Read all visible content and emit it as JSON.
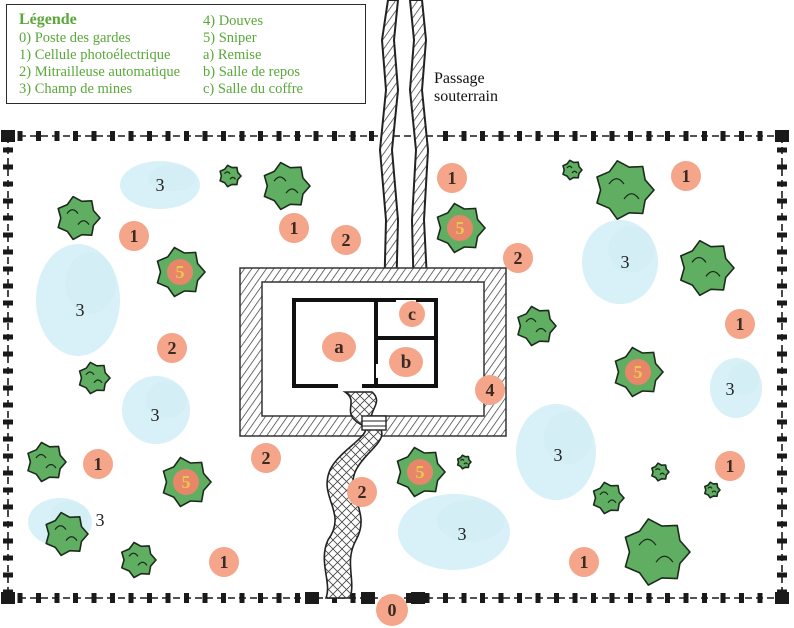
{
  "legend": {
    "title": "Légende",
    "items": [
      "0) Poste des gardes",
      "1) Cellule photoélectrique",
      "2) Mitrailleuse automatique",
      "3) Champ de mines",
      "4) Douves",
      "5) Sniper",
      "a) Remise",
      "b) Salle de repos",
      "c) Salle du coffre"
    ]
  },
  "passage_label": [
    "Passage",
    "souterrain"
  ],
  "markers": {
    "guard_post": "0",
    "photocell": "1",
    "machine_gun": "2",
    "moat": "4",
    "sniper": "5",
    "vault": "c"
  },
  "minefield_label": "3",
  "rooms": {
    "remise": "a",
    "repos": "b"
  },
  "colors": {
    "marker_fill": "#f4a58a",
    "marker_text": "#3a2a22",
    "tree": "#5fae62",
    "tree_outline": "#1c2b1c",
    "minefield": "#d4eef6",
    "legend_text": "#5aa83a",
    "fence": "#1a1a1a",
    "sniper_fill": "#e8866a"
  }
}
